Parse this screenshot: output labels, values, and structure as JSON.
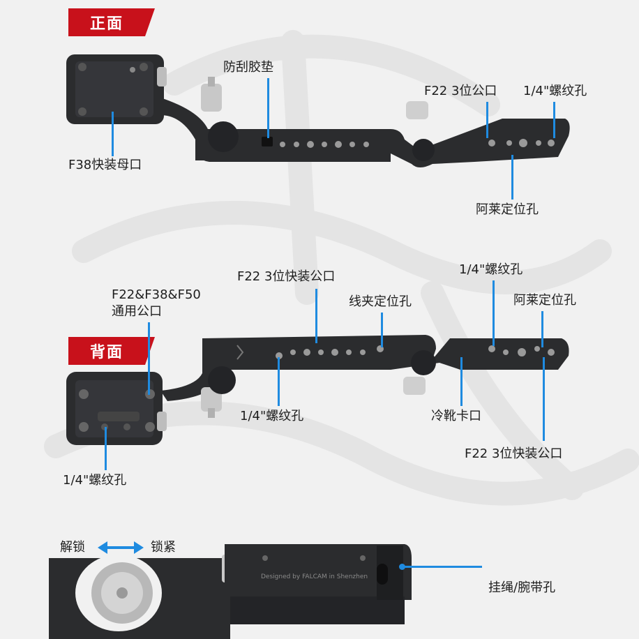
{
  "front": {
    "badge": "正面",
    "labels": {
      "anti_scratch": "防刮胶垫",
      "f22_3pin": "F22 3位公口",
      "quarter_inch": "1/4\"螺纹孔",
      "f38_female": "F38快装母口",
      "arri_holes": "阿莱定位孔"
    }
  },
  "back": {
    "badge": "背面",
    "labels": {
      "f22_3pin_quick": "F22 3位快装公口",
      "universal_line1": "F22&F38&F50",
      "universal_line2": "通用公口",
      "cable_clamp": "线夹定位孔",
      "quarter_inch_top": "1/4\"螺纹孔",
      "arri_holes": "阿莱定位孔",
      "quarter_inch_mid": "1/4\"螺纹孔",
      "cold_shoe": "冷靴卡口",
      "f22_3pin_quick_bottom": "F22 3位快装公口",
      "quarter_inch_left": "1/4\"螺纹孔"
    }
  },
  "bottom": {
    "unlock": "解锁",
    "lock": "锁紧",
    "lanyard": "挂绳/腕带孔",
    "engraving": "Designed by FALCAM in Shenzhen"
  },
  "colors": {
    "accent": "#1f8be0",
    "badge": "#c8111b",
    "metal": "#2b2c2e"
  }
}
